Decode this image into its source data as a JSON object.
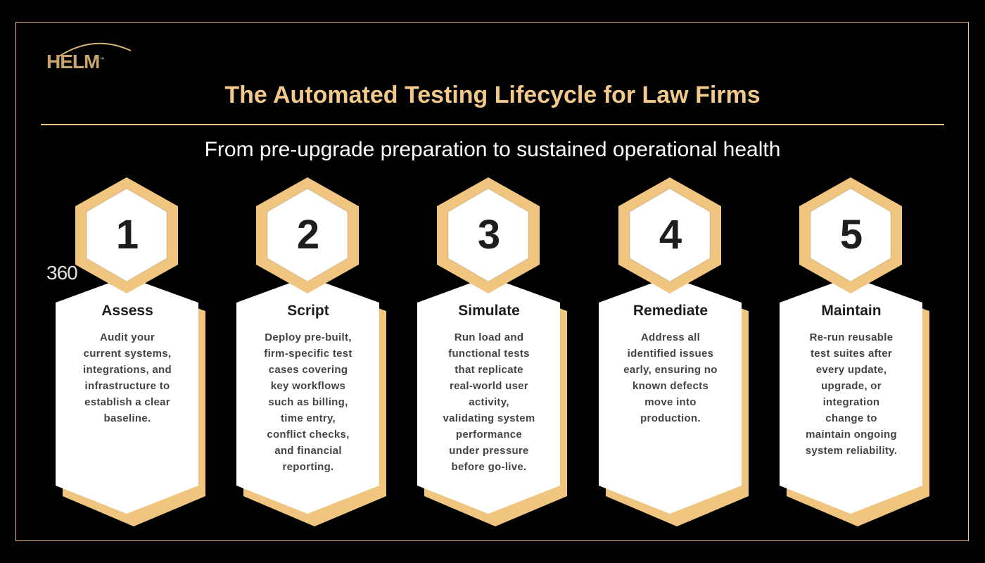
{
  "logo": {
    "brand_bold": "HELM",
    "brand_num": "360",
    "tm": "™"
  },
  "title": "The Automated Testing Lifecycle for Law Firms",
  "subtitle": "From pre-upgrade preparation to sustained operational health",
  "colors": {
    "gold": "#f0c580",
    "background": "#000000",
    "card": "#ffffff",
    "text": "#1d1d1b"
  },
  "steps": [
    {
      "number": "1",
      "title": "Assess",
      "description": "Audit your\ncurrent systems,\nintegrations, and\ninfrastructure to\nestablish a clear\nbaseline."
    },
    {
      "number": "2",
      "title": "Script",
      "description": "Deploy pre-built,\nfirm-specific test\ncases covering\nkey workflows\nsuch as billing,\ntime entry,\nconflict checks,\nand financial\nreporting."
    },
    {
      "number": "3",
      "title": "Simulate",
      "description": "Run load and\nfunctional tests\nthat replicate\nreal-world user\nactivity,\nvalidating system\nperformance\nunder pressure\nbefore go-live."
    },
    {
      "number": "4",
      "title": "Remediate",
      "description": "Address all\nidentified issues\nearly, ensuring no\nknown defects\nmove into\nproduction."
    },
    {
      "number": "5",
      "title": "Maintain",
      "description": "Re-run reusable\ntest suites after\nevery update,\nupgrade, or\nintegration\nchange to\nmaintain ongoing\nsystem reliability."
    }
  ]
}
